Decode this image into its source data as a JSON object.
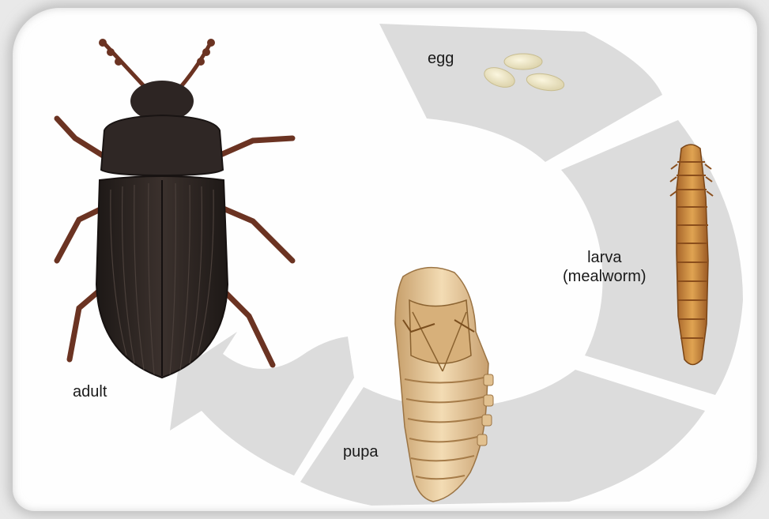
{
  "stages": {
    "egg": {
      "label": "egg"
    },
    "larva": {
      "label": "larva",
      "sublabel": "(mealworm)"
    },
    "pupa": {
      "label": "pupa"
    },
    "adult": {
      "label": "adult"
    }
  },
  "colors": {
    "arrow": "#dcdcdc",
    "background": "#fefefe",
    "beetle": "#2b2422",
    "beetle_legs": "#6b3322",
    "larva_body": "#c98a3c",
    "pupa_body": "#e6c99a",
    "egg": "#eee5c6"
  }
}
